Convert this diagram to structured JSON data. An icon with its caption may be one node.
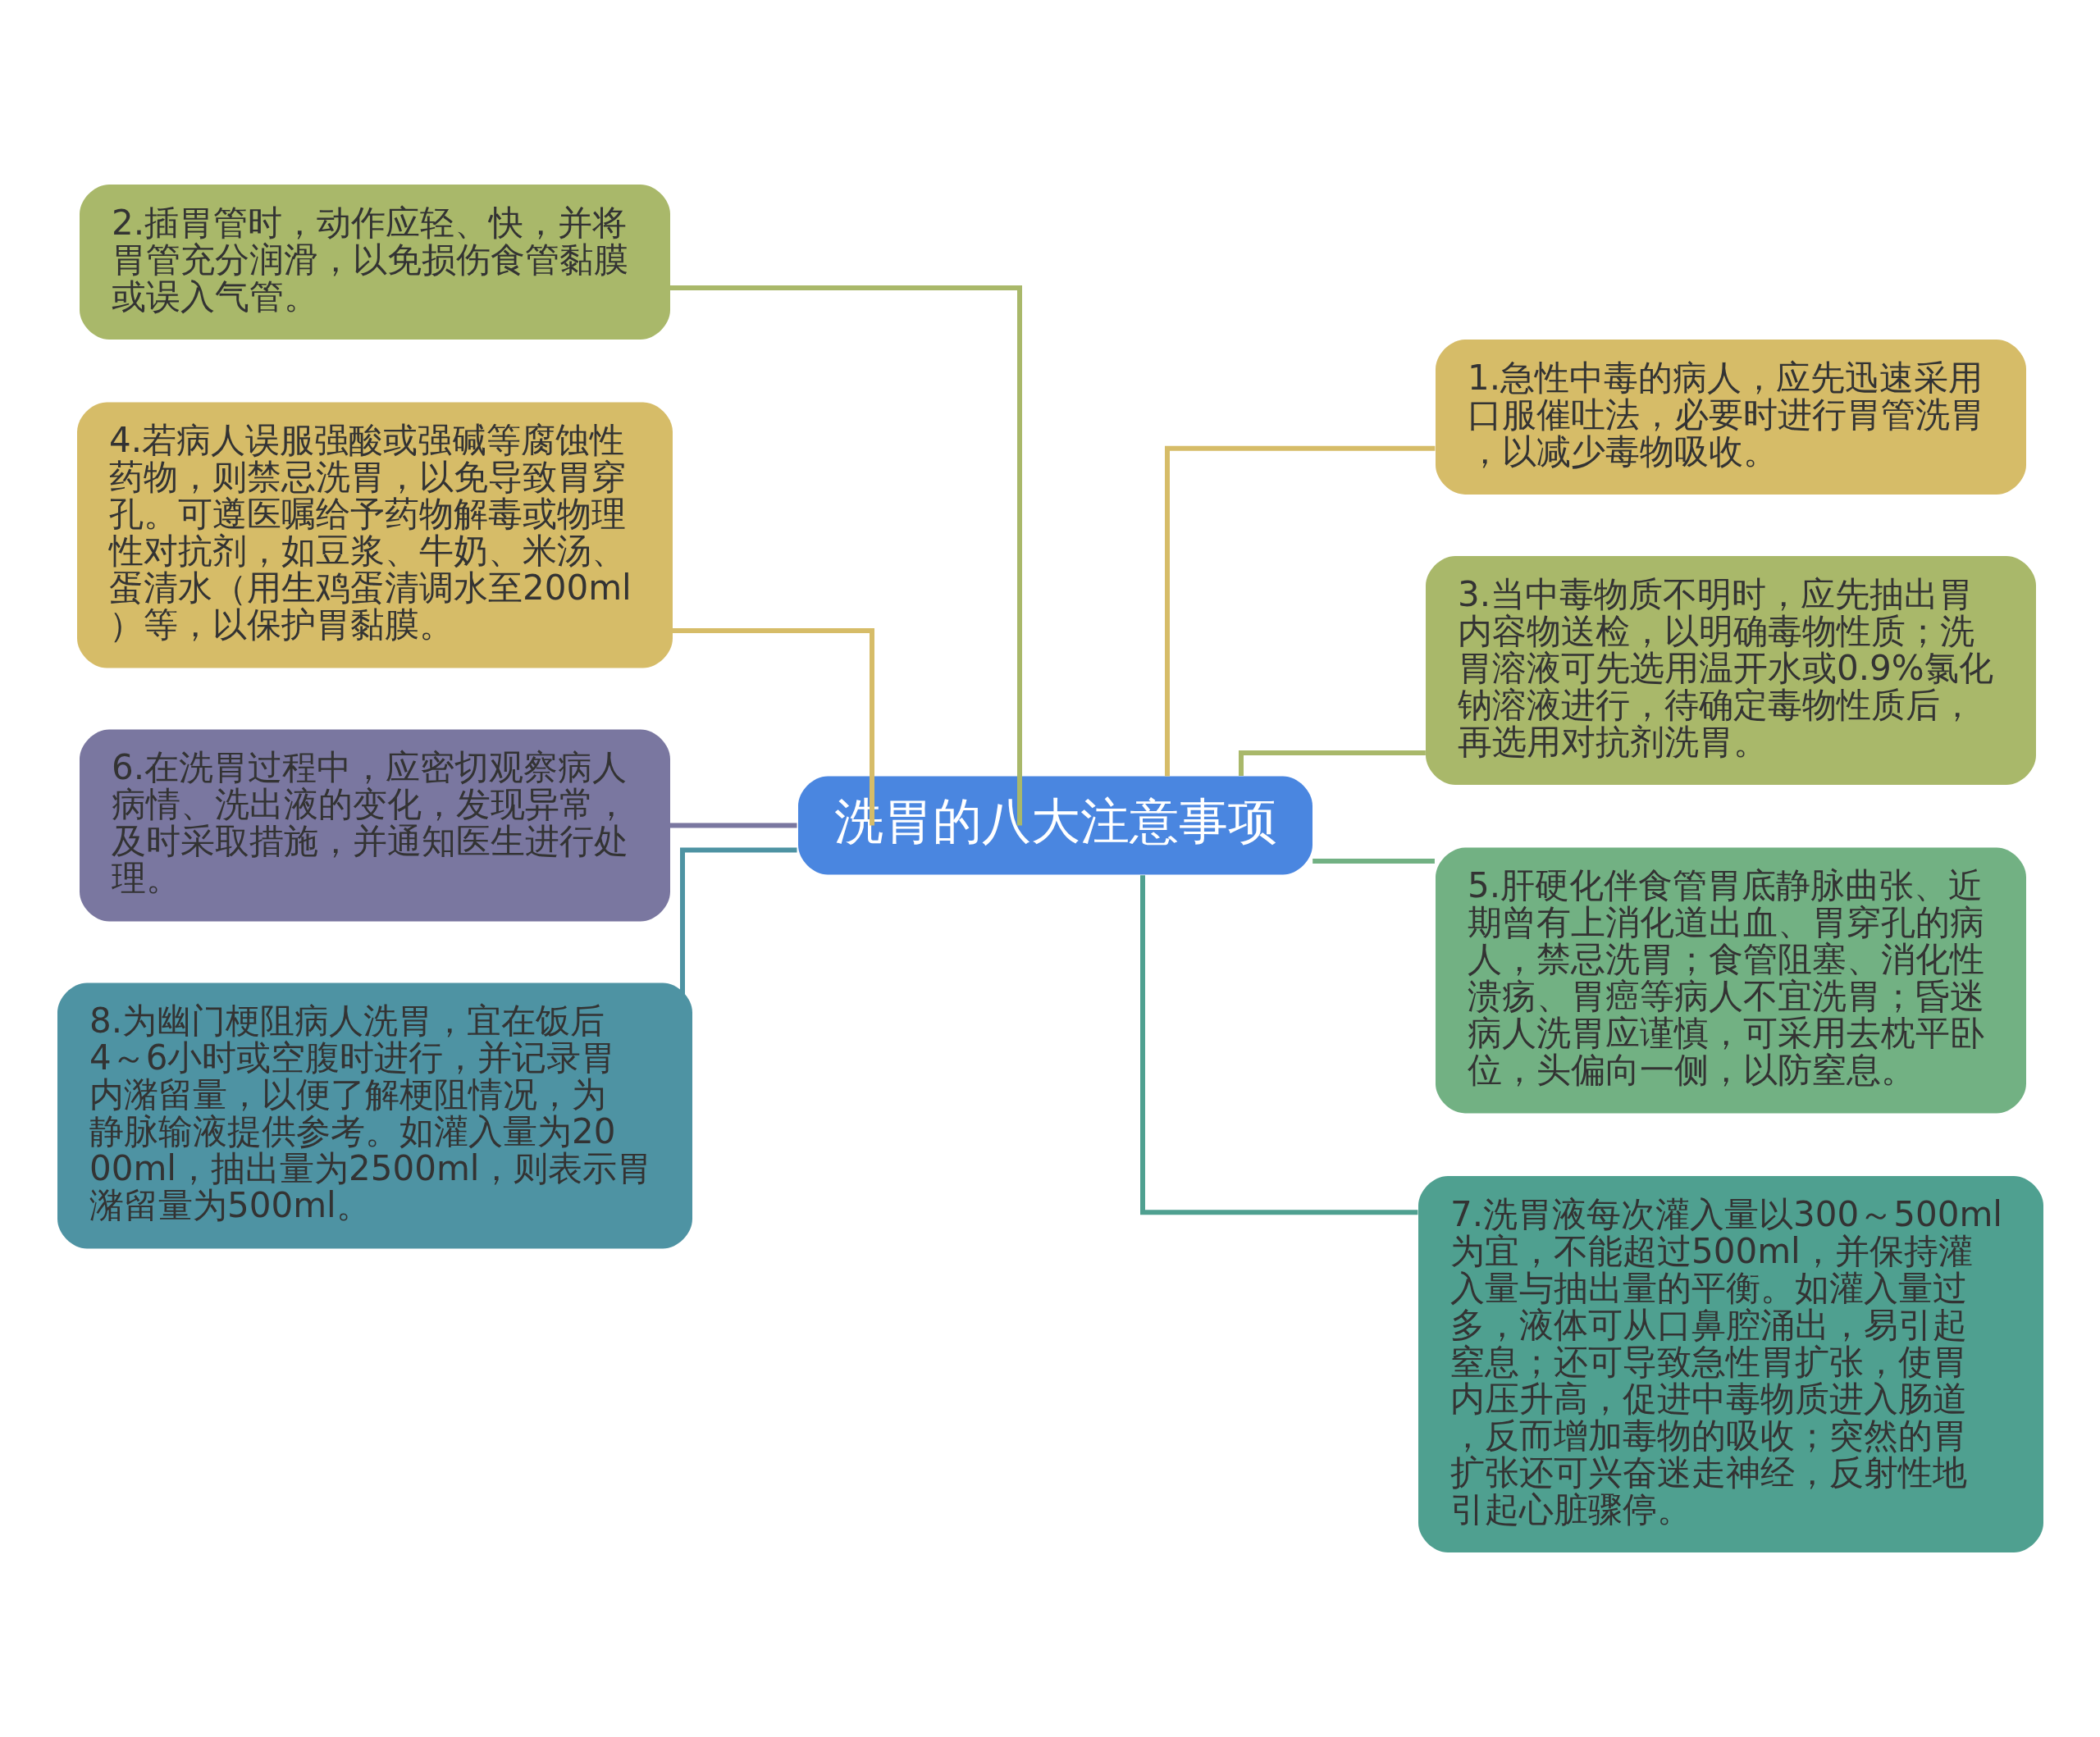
{
  "diagram": {
    "nodes": [
      {
        "text": [
          "洗胃的八大注意事项"
        ]
      },
      {
        "text": [
          "1.急性中毒的病人，应先迅速采用口服催吐法，必要时进行胃管洗胃，以减少毒物吸收。"
        ]
      },
      {
        "text": [
          "2.插胃管时，动作应轻、快，并将胃管充分润滑，以免损伤食管黏膜或误入气管。"
        ]
      },
      {
        "text": [
          "3.当中毒物质不明时，应先抽出胃内容物送检，以明确毒物性质；洗胃溶液可先选用温开水或0.9%氯化钠溶液进行，待确定毒物性质后，再选用对抗剂洗胃。"
        ]
      },
      {
        "text": [
          "4.若病人误服强酸或强碱等腐蚀性药物，则禁忌洗胃，以免导致胃穿孔。可遵医嘱给予药物解毒或物理性对抗剂，如豆浆、牛奶、米汤、蛋清水（用生鸡蛋清调水至200ml）等，以保护胃黏膜。"
        ]
      },
      {
        "text": [
          "5.肝硬化伴食管胃底静脉曲张、近期曾有上消化道出血、胃穿孔的病人，禁忌洗胃；食管阻塞、消化性溃疡、胃癌等病人不宜洗胃；昏迷病人洗胃应谨慎，可采用去枕平卧位，头偏向一侧，以防窒息。"
        ]
      },
      {
        "text": [
          "6.在洗胃过程中，应密切观察病人病情、洗出液的变化，发现异常，及时采取措施，并通知医生进行处理。"
        ]
      },
      {
        "text": [
          "7.洗胃液每次灌入量以300～500ml为宜，不能超过500ml，并保持灌入量与抽出量的平衡。如灌入量过多，液体可从口鼻腔涌出，易引起窒息；还可导致急性胃扩张，使胃内压升高，促进中毒物质进入肠道，反而增加毒物的吸收；突然的胃扩张还可兴奋迷走神经，反射性地引起心脏骤停。"
        ]
      },
      {
        "text": [
          "8.为幽门梗阻病人洗胃，宜在饭后4～6小时或空腹时进行，并记录胃内潴留量，以便了解梗阻情况，为静脉输液提供参考。如灌入量为2000ml，抽出量为2500ml，则表示胃潴留量为500ml。"
        ]
      }
    ],
    "edges": [
      {
        "from": 0,
        "to": 1,
        "arrow": "none",
        "color": "#d6bc68"
      },
      {
        "from": 0,
        "to": 2,
        "arrow": "none",
        "color": "#a9b86a"
      },
      {
        "from": 0,
        "to": 3,
        "arrow": "none",
        "color": "#a9b86a"
      },
      {
        "from": 0,
        "to": 4,
        "arrow": "none",
        "color": "#d6bc68"
      },
      {
        "from": 0,
        "to": 5,
        "arrow": "none",
        "color": "#72b183"
      },
      {
        "from": 0,
        "to": 6,
        "arrow": "none",
        "color": "#7a77a0"
      },
      {
        "from": 0,
        "to": 7,
        "arrow": "none",
        "color": "#4fa090"
      },
      {
        "from": 0,
        "to": 8,
        "arrow": "none",
        "color": "#4e93a3"
      }
    ]
  }
}
